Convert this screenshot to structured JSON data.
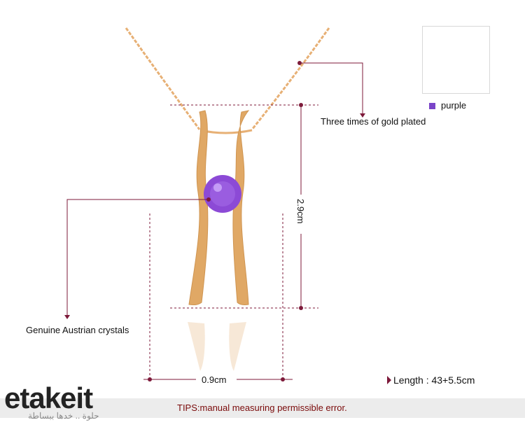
{
  "annotations": {
    "gold": "Three times of gold plated",
    "crystal": "Genuine Austrian crystals",
    "height": "2.9cm",
    "width": "0.9cm",
    "length": "Length : 43+5.5cm"
  },
  "thumbnail": {
    "color_label": "purple",
    "swatch_color": "#7a44c8"
  },
  "tip": "TIPS:manual measuring permissible error.",
  "brand": {
    "name": "etakeit",
    "tagline": "حلوة .. خدها ببساطة"
  },
  "colors": {
    "line": "#7d1a3a",
    "gold": "#e1a865",
    "gem": "#8c4ad6"
  }
}
